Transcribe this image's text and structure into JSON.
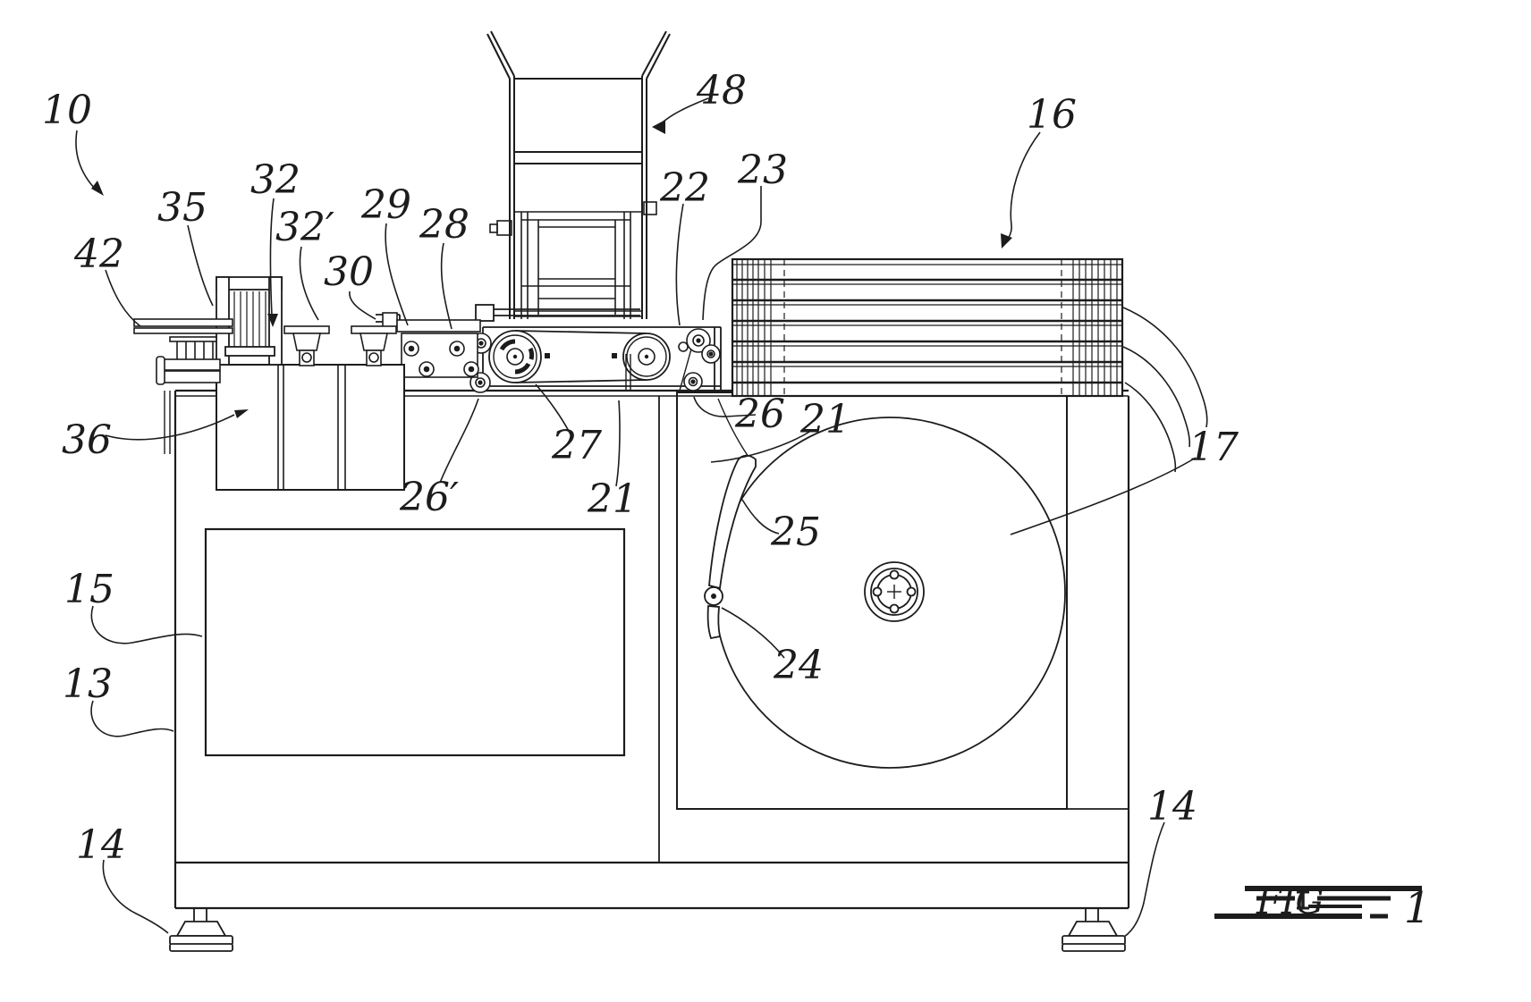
{
  "figure": {
    "type": "patent-line-drawing",
    "caption": {
      "prefix": "FIG",
      "dash": "-",
      "number": "1"
    },
    "ink_color": "#1c1c1c",
    "paper_color": "#ffffff"
  },
  "refs": {
    "r10": "10",
    "r13": "13",
    "r14a": "14",
    "r14b": "14",
    "r15": "15",
    "r16": "16",
    "r17": "17",
    "r21a": "21",
    "r21b": "21",
    "r22": "22",
    "r23": "23",
    "r24": "24",
    "r25": "25",
    "r26": "26",
    "r26p": "26′",
    "r27": "27",
    "r28": "28",
    "r29": "29",
    "r30": "30",
    "r32": "32",
    "r32p": "32′",
    "r35": "35",
    "r36": "36",
    "r42": "42",
    "r48": "48"
  }
}
